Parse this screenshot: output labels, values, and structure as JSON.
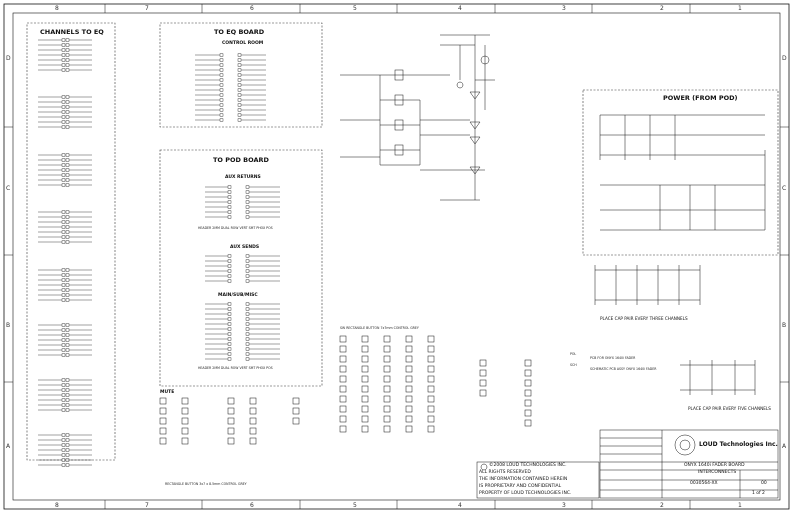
{
  "zones": {
    "columns": [
      "8",
      "7",
      "6",
      "5",
      "4",
      "3",
      "2",
      "1"
    ],
    "rows": [
      "D",
      "C",
      "B",
      "A"
    ]
  },
  "channels_to_eq": {
    "title": "CHANNELS TO EQ"
  },
  "to_eq_board": {
    "title": "TO EQ BOARD",
    "subtitle": "CONTROL ROOM"
  },
  "to_pod_board": {
    "title": "TO POD BOARD",
    "aux_returns": "AUX RETURNS",
    "aux_returns_note": "HEADER 2MM DUAL ROW VERT SMT PHOX POS",
    "aux_sends": "AUX SENDS",
    "main_sub_misc": "MAIN/SUB/MISC",
    "main_sub_note": "HEADER 2MM DUAL ROW VERT SMT PHOX POS"
  },
  "power": {
    "title": "POWER (FROM POD)",
    "cap_note_1": "PLACE CAP PAIR EVERY THREE CHANNELS",
    "cap_note_2": "PLACE CAP PAIR EVERY FIVE CHANNELS"
  },
  "mute": {
    "title": "MUTE"
  },
  "switch_note": "SW RECTANGLE BUTTON 7x7mm CONTROL GREY",
  "mute_note": "RECTANGLE BUTTON 3x7 x 8.5mm CONTROL GREY",
  "legend": {
    "pol": "POL",
    "pol_text": "PCB FOR ONYX 1640i FADER",
    "sch": "SCH",
    "sch_text": "SCHEMATIC PCB ASSY ONYX 1640i FADER"
  },
  "copyright": {
    "line1": "©2008 LOUD TECHNOLOGIES INC.",
    "line2": "ALL RIGHTS RESERVED",
    "line3": "THE INFORMATION CONTAINED HEREIN",
    "line4": "IS PROPRIETARY AND CONFIDENTIAL",
    "line5": "PROPERTY OF LOUD TECHNOLOGIES INC."
  },
  "titleblock": {
    "company": "LOUD Technologies Inc.",
    "board": "ONYX 1640i FADER BOARD",
    "sheet_title": "INTERCONNECTS",
    "doc_no": "0030564-XX",
    "rev": "00",
    "sheet": "1 of 2"
  },
  "colors": {
    "line": "#111111",
    "dash": "#333333",
    "paper": "#ffffff"
  }
}
